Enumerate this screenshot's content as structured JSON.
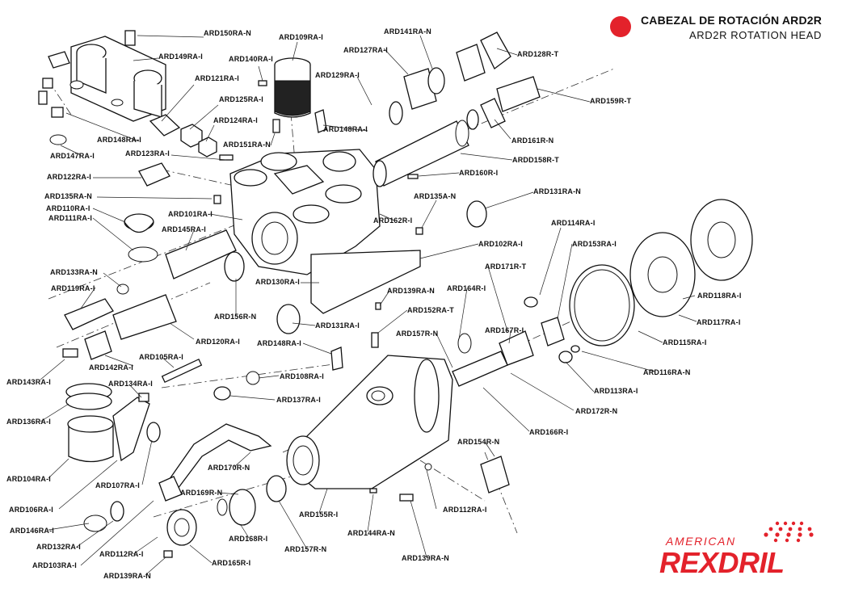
{
  "header": {
    "title_es": "CABEZAL DE ROTACIÓN ARD2R",
    "title_en": "ARD2R ROTATION HEAD",
    "accent_color": "#e3222b"
  },
  "brand": {
    "top_text": "AMERICAN",
    "bottom_text": "REXDRIL",
    "color": "#e3222b"
  },
  "parts": [
    "ARD150RA-N",
    "ARD109RA-I",
    "ARD141RA-N",
    "ARD149RA-I",
    "ARD140RA-I",
    "ARD127RA-I",
    "ARD128R-T",
    "ARD121RA-I",
    "ARD129RA-I",
    "ARD125RA-I",
    "ARD159R-T",
    "ARD124RA-I",
    "ARD148RA-I",
    "ARD148RA-I",
    "ARD151RA-N",
    "ARD161R-N",
    "ARD147RA-I",
    "ARD123RA-I",
    "ARDD158R-T",
    "ARD160R-I",
    "ARD122RA-I",
    "ARD135RA-N",
    "ARD135A-N",
    "ARD131RA-N",
    "ARD110RA-I",
    "ARD111RA-I",
    "ARD101RA-I",
    "ARD162R-I",
    "ARD114RA-I",
    "ARD145RA-I",
    "ARD102RA-I",
    "ARD153RA-I",
    "ARD171R-T",
    "ARD133RA-N",
    "ARD130RA-I",
    "ARD164R-I",
    "ARD119RA-I",
    "ARD139RA-N",
    "ARD118RA-I",
    "ARD152RA-T",
    "ARD156R-N",
    "ARD131RA-I",
    "ARD117RA-I",
    "ARD167R-I",
    "ARD157R-N",
    "ARD148RA-I",
    "ARD115RA-I",
    "ARD120RA-I",
    "ARD142RA-I",
    "ARD105RA-I",
    "ARD116RA-N",
    "ARD143RA-I",
    "ARD134RA-I",
    "ARD108RA-I",
    "ARD113RA-I",
    "ARD137RA-I",
    "ARD172R-N",
    "ARD136RA-I",
    "ARD166R-I",
    "ARD154R-N",
    "ARD107RA-I",
    "ARD170R-N",
    "ARD104RA-I",
    "ARD169R-N",
    "ARD106RA-I",
    "ARD112RA-I",
    "ARD155R-I",
    "ARD146RA-I",
    "ARD168R-I",
    "ARD144RA-N",
    "ARD132RA-I",
    "ARD157R-N",
    "ARD112RA-I",
    "ARD139RA-N",
    "ARD103RA-I",
    "ARD165R-I",
    "ARD139RA-N"
  ]
}
